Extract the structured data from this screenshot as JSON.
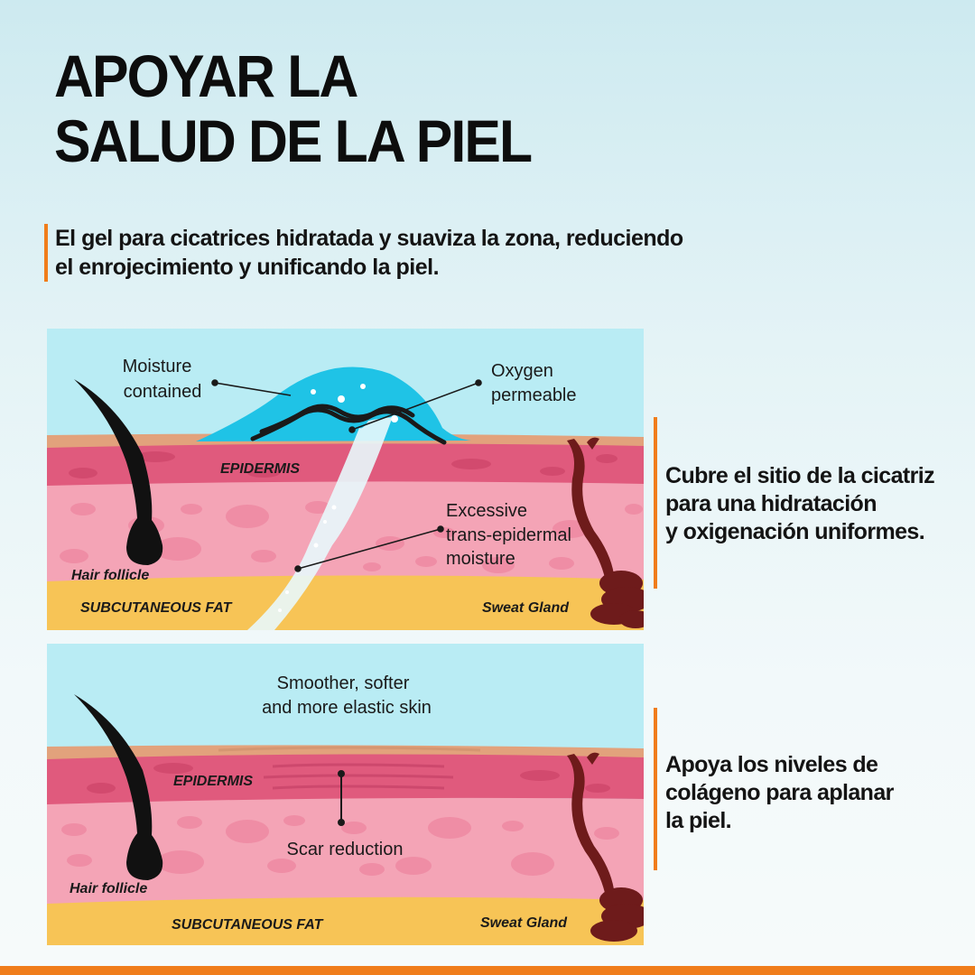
{
  "title": {
    "line1": "APOYAR LA",
    "line2": "SALUD DE LA PIEL"
  },
  "intro": {
    "line1": "El gel para cicatrices hidratada y suaviza la zona, reduciendo",
    "line2": "el enrojecimiento y unificando la piel."
  },
  "side_text_1": {
    "line1": "Cubre el sitio de la cicatriz",
    "line2": "para una hidratación",
    "line3": "y oxigenación uniformes."
  },
  "side_text_2": {
    "line1": "Apoya los niveles de",
    "line2": "colágeno para aplanar",
    "line3": "la piel."
  },
  "diagram_1": {
    "moisture_line1": "Moisture",
    "moisture_line2": "contained",
    "oxygen_line1": "Oxygen",
    "oxygen_line2": "permeable",
    "epidermis": "EPIDERMIS",
    "excessive_line1": "Excessive",
    "excessive_line2": "trans-epidermal",
    "excessive_line3": "moisture",
    "hair_follicle": "Hair follicle",
    "subcutaneous_fat": "SUBCUTANEOUS FAT",
    "sweat_gland": "Sweat Gland"
  },
  "diagram_2": {
    "smoother_line1": "Smoother, softer",
    "smoother_line2": "and more elastic skin",
    "epidermis": "EPIDERMIS",
    "scar_reduction": "Scar reduction",
    "hair_follicle": "Hair follicle",
    "subcutaneous_fat": "SUBCUTANEOUS FAT",
    "sweat_gland": "Sweat Gland"
  },
  "colors": {
    "accent": "#f07d1b",
    "sky": "#b9ecf4",
    "gel": "#1fc3e6",
    "skin_top": "#e2a27c",
    "epidermis": "#e05a7d",
    "dermis": "#f4a4b6",
    "fat": "#f7c456",
    "hair": "#111111",
    "gland": "#6e1b1b"
  }
}
